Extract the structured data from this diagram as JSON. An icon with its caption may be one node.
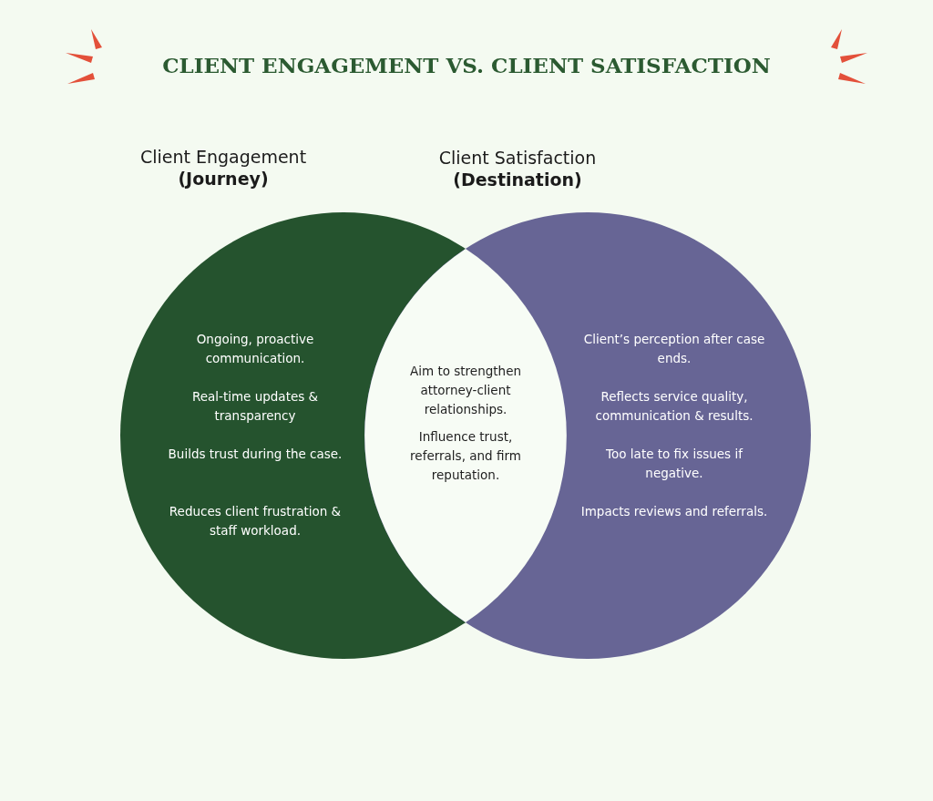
{
  "diagram": {
    "title": "CLIENT ENGAGEMENT VS. CLIENT SATISFACTION",
    "nodes": [
      {
        "text": [
          "Client Engagement **(Journey)**",
          "Ongoing, proactive communication.",
          "Real-time updates & transparency",
          "Builds trust during the case.",
          "Reduces client frustration & staff workload."
        ]
      },
      {
        "text": [
          "Client Satisfaction **(Destination)**",
          "Client’s perception after case ends.",
          "Reflects service quality, communication & results.",
          "Too late to fix issues if negative.",
          "Impacts reviews and referrals."
        ]
      },
      {
        "text": [
          "Aim to strengthen attorney-client relationships.",
          "Influence trust, referrals, and firm reputation."
        ]
      }
    ]
  }
}
